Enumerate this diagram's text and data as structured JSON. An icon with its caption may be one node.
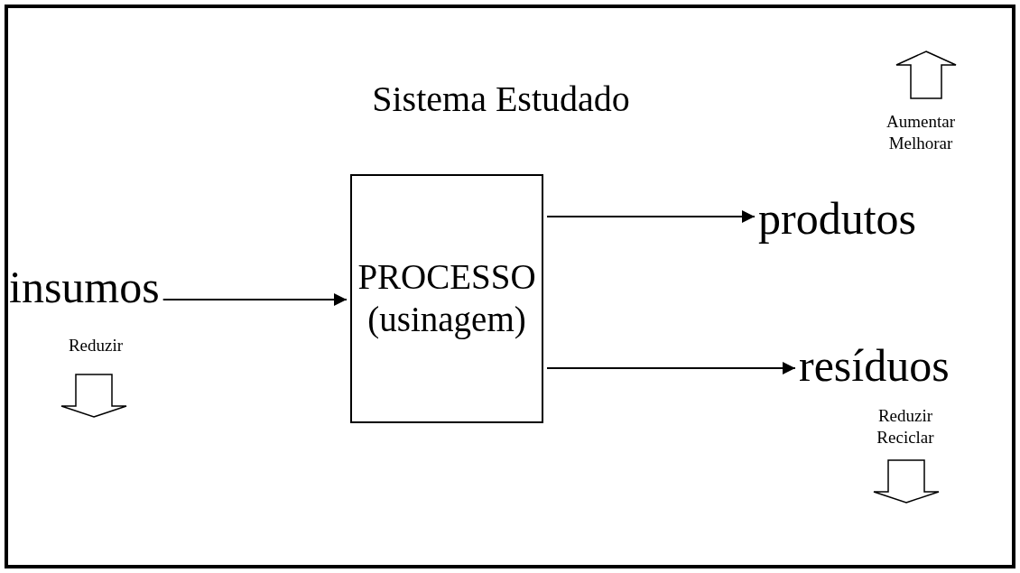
{
  "diagram": {
    "nodes": [
      {
        "text": [
          "Sistema Estudado"
        ]
      },
      {
        "text": [
          "insumos"
        ],
        "in": 0
      },
      {
        "text": [
          "PROCESSO (usinagem)"
        ],
        "in": 0
      },
      {
        "text": [
          "produtos"
        ],
        "in": 0
      },
      {
        "text": [
          "resíduos"
        ],
        "in": 0
      }
    ],
    "edges": [
      {
        "from": 1,
        "to": 2,
        "arrow": "to"
      },
      {
        "from": 2,
        "to": 3,
        "arrow": "to"
      },
      {
        "from": 2,
        "to": 4,
        "arrow": "to"
      }
    ],
    "labels": [
      "Aumentar Melhorar",
      "Reduzir",
      "Reduzir Reciclar"
    ]
  }
}
